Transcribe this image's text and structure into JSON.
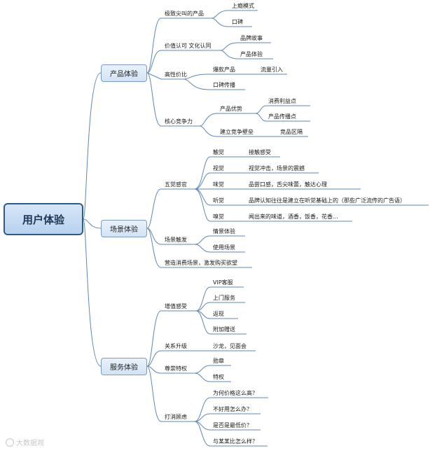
{
  "root": "用户体验",
  "branches": [
    {
      "label": "产品体验",
      "children": [
        {
          "label": "极致尖叫的产品",
          "children": [
            {
              "label": "上瘾模式"
            },
            {
              "label": "口碑"
            }
          ]
        },
        {
          "label": "价值认可 文化认同",
          "children": [
            {
              "label": "品牌故事"
            },
            {
              "label": "产品体验"
            }
          ]
        },
        {
          "label": "高性价比",
          "children": [
            {
              "label": "爆款产品",
              "children": [
                {
                  "label": "流量引入"
                }
              ]
            },
            {
              "label": "口碑传播"
            }
          ]
        },
        {
          "label": "核心竞争力",
          "children": [
            {
              "label": "产品优势",
              "children": [
                {
                  "label": "消费利益点"
                },
                {
                  "label": "产品传播点"
                }
              ]
            },
            {
              "label": "建立竞争壁垒",
              "children": [
                {
                  "label": "竞品区隔"
                }
              ]
            }
          ]
        }
      ]
    },
    {
      "label": "场景体验",
      "children": [
        {
          "label": "五觉感官",
          "children": [
            {
              "label": "触觉",
              "children": [
                {
                  "label": "接触感受"
                }
              ]
            },
            {
              "label": "视觉",
              "children": [
                {
                  "label": "视觉冲击，场景的震撼"
                }
              ]
            },
            {
              "label": "味觉",
              "children": [
                {
                  "label": "品尝口感，舌尖味蕾，触达心理"
                }
              ]
            },
            {
              "label": "听觉",
              "children": [
                {
                  "label": "品牌认知往往是建立在听觉基础上的（那些广泛流传的广告语）"
                }
              ]
            },
            {
              "label": "嗅觉",
              "children": [
                {
                  "label": "闻出来的味道，酒香，饭香，花香..."
                }
              ]
            }
          ]
        },
        {
          "label": "场景触发",
          "children": [
            {
              "label": "情景体验"
            },
            {
              "label": "使用场景"
            }
          ]
        },
        {
          "label": "营造消费场景，激发购买欲望"
        }
      ]
    },
    {
      "label": "服务体验",
      "children": [
        {
          "label": "增值感受",
          "children": [
            {
              "label": "VIP客服"
            },
            {
              "label": "上门服务"
            },
            {
              "label": "返现"
            },
            {
              "label": "附加赠送"
            }
          ]
        },
        {
          "label": "关系升级",
          "children": [
            {
              "label": "沙龙，见面会"
            }
          ]
        },
        {
          "label": "尊崇特权",
          "children": [
            {
              "label": "勋章"
            },
            {
              "label": "特权"
            }
          ]
        },
        {
          "label": "打消顾虑",
          "children": [
            {
              "label": "为何价格这么高？"
            },
            {
              "label": "不好用怎么办？"
            },
            {
              "label": "是否是最低价？"
            },
            {
              "label": "与某某比怎么样？"
            }
          ]
        }
      ]
    }
  ],
  "watermark": "大数据观"
}
